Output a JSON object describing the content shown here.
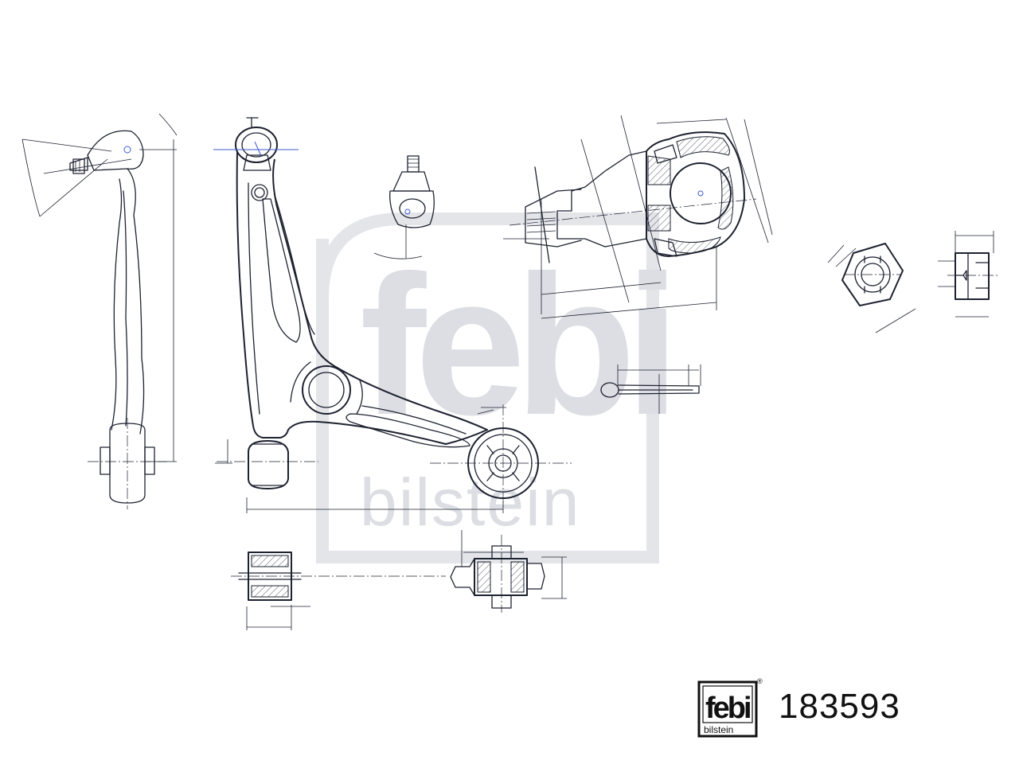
{
  "watermark": {
    "mark": "febi",
    "sub": "bilstein"
  },
  "logo": {
    "mark": "febi",
    "sub": "bilstein"
  },
  "part_number": "183593",
  "colors": {
    "line": "#1d2230",
    "watermark": "#dcdee3",
    "axis_marker": "#3a5bd0"
  }
}
